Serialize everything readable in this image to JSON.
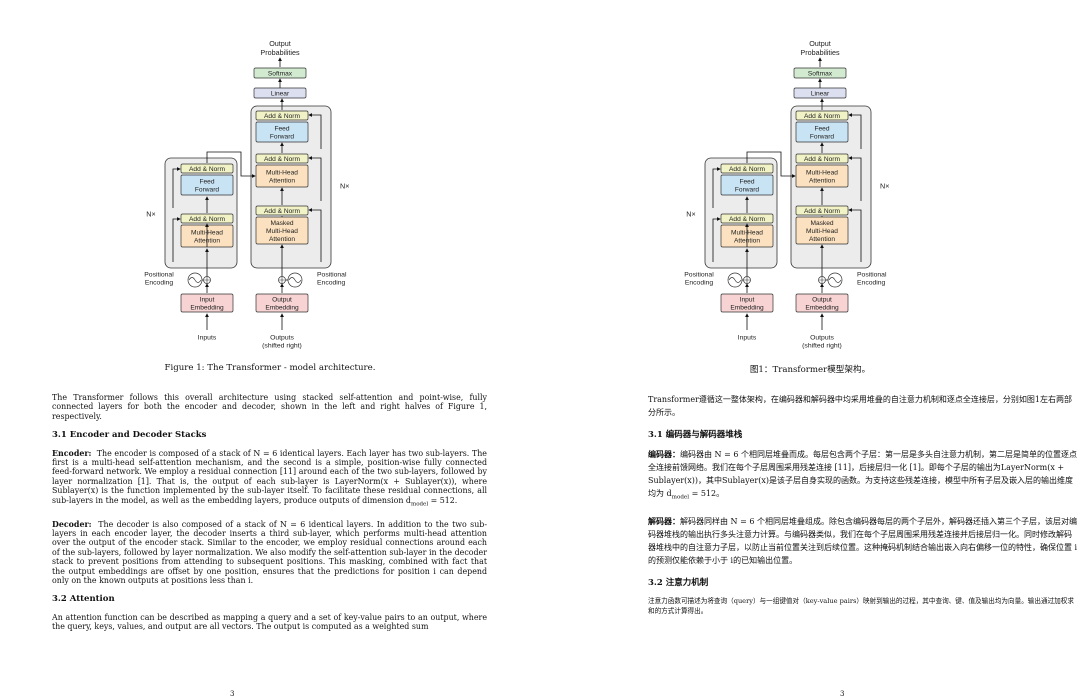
{
  "diagram": {
    "output_probabilities": [
      "Output",
      "Probabilities"
    ],
    "softmax": "Softmax",
    "linear": "Linear",
    "add_norm": "Add & Norm",
    "feed_forward": [
      "Feed",
      "Forward"
    ],
    "multi_head_attention": [
      "Multi-Head",
      "Attention"
    ],
    "masked_mha": [
      "Masked",
      "Multi-Head",
      "Attention"
    ],
    "nx": "N×",
    "positional_encoding": [
      "Positional",
      "Encoding"
    ],
    "input_embedding": [
      "Input",
      "Embedding"
    ],
    "output_embedding": [
      "Output",
      "Embedding"
    ],
    "inputs": "Inputs",
    "outputs": [
      "Outputs",
      "(shifted right)"
    ],
    "colors": {
      "softmax": "#d2ebd0",
      "linear": "#dcdff0",
      "add_norm": "#f1f3c6",
      "feed_forward": "#c8e3f4",
      "attention": "#fbe1bf",
      "embedding": "#f7d3d3",
      "block_bg": "#ececec"
    }
  },
  "en": {
    "caption": "Figure 1: The Transformer - model architecture.",
    "intro": "The Transformer follows this overall architecture using stacked self-attention and point-wise, fully connected layers for both the encoder and decoder, shown in the left and right halves of Figure 1, respectively.",
    "s31_title": "3.1   Encoder and Decoder Stacks",
    "encoder_label": "Encoder:",
    "encoder_text": "The encoder is composed of a stack of N = 6 identical layers. Each layer has two sub-layers. The first is a multi-head self-attention mechanism, and the second is a simple, position-wise fully connected feed-forward network. We employ a residual connection [11] around each of the two sub-layers, followed by layer normalization [1]. That is, the output of each sub-layer is LayerNorm(x + Sublayer(x)), where Sublayer(x) is the function implemented by the sub-layer itself. To facilitate these residual connections, all sub-layers in the model, as well as the embedding layers, produce outputs of dimension d_model = 512.",
    "decoder_label": "Decoder:",
    "decoder_text": "The decoder is also composed of a stack of N = 6 identical layers. In addition to the two sub-layers in each encoder layer, the decoder inserts a third sub-layer, which performs multi-head attention over the output of the encoder stack. Similar to the encoder, we employ residual connections around each of the sub-layers, followed by layer normalization. We also modify the self-attention sub-layer in the decoder stack to prevent positions from attending to subsequent positions. This masking, combined with fact that the output embeddings are offset by one position, ensures that the predictions for position i can depend only on the known outputs at positions less than i.",
    "s32_title": "3.2   Attention",
    "attention_text": "An attention function can be described as mapping a query and a set of key-value pairs to an output, where the query, keys, values, and output are all vectors. The output is computed as a weighted sum",
    "page_number": "3"
  },
  "zh": {
    "caption": "图1：Transformer模型架构。",
    "intro": "Transformer遵循这一整体架构，在编码器和解码器中均采用堆叠的自注意力机制和逐点全连接层，分别如图1左右两部分所示。",
    "s31_title": "3.1 编码器与解码器堆栈",
    "encoder_label": "编码器：",
    "encoder_text": "编码器由 N = 6 个相同层堆叠而成。每层包含两个子层：第一层是多头自注意力机制，第二层是简单的位置逐点全连接前馈网络。我们在每个子层周围采用残差连接 [11]，后接层归一化 [1]。即每个子层的输出为LayerNorm(x + Sublayer(x))，其中Sublayer(x)是该子层自身实现的函数。为支持这些残差连接，模型中所有子层及嵌入层的输出维度均为 d_model = 512。",
    "decoder_label": "解码器：",
    "decoder_text": "解码器同样由 N = 6 个相同层堆叠组成。除包含编码器每层的两个子层外，解码器还插入第三个子层，该层对编码器堆栈的输出执行多头注意力计算。与编码器类似，我们在每个子层周围采用残差连接并后接层归一化。同时修改解码器堆栈中的自注意力子层，以防止当前位置关注到后续位置。这种掩码机制结合输出嵌入向右偏移一位的特性，确保位置 i 的预测仅能依赖于小于 i的已知输出位置。",
    "s32_title": "3.2 注意力机制",
    "attention_text": "注意力函数可描述为将查询（query）与一组键值对（key-value pairs）映射到输出的过程，其中查询、键、值及输出均为向量。输出通过加权求和的方式计算得出。",
    "page_number": "3"
  }
}
